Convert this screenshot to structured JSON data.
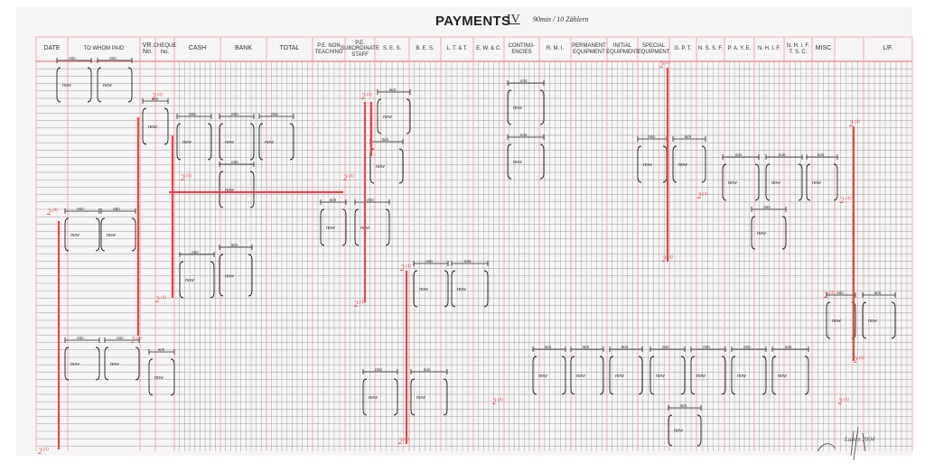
{
  "document": {
    "title": "PAYMENTS",
    "title_number": "IV",
    "title_note": "90min / 10 Zählern",
    "signature_text": "Lamm 2004"
  },
  "columns": [
    {
      "label": "DATE"
    },
    {
      "label": "TO WHOM PAID"
    },
    {
      "label": "VR. No."
    },
    {
      "label": "CHEQUE No."
    },
    {
      "label": "CASH"
    },
    {
      "label": "BANK"
    },
    {
      "label": "TOTAL"
    },
    {
      "label": "P.E. NON TEACHING"
    },
    {
      "label": "P.E. SUBORDINATE STAFF"
    },
    {
      "label": "S. E. S."
    },
    {
      "label": "B. E. S."
    },
    {
      "label": "L. T. & T."
    },
    {
      "label": "E. W. & C."
    },
    {
      "label": "CONTING- ENCIES"
    },
    {
      "label": "R. M. I."
    },
    {
      "label": "PERMANENT EQUIPMENT"
    },
    {
      "label": "INITIAL EQUIPMENT"
    },
    {
      "label": "SPECIAL EQUIPMENT"
    },
    {
      "label": "G. P. T."
    },
    {
      "label": "N. S. S. F."
    },
    {
      "label": "P. A. Y. E."
    },
    {
      "label": "N. H. I. F."
    },
    {
      "label": "N. H. I. F. T. S. C."
    },
    {
      "label": "MISC"
    },
    {
      "label": ""
    },
    {
      "label": "L/F."
    }
  ],
  "annotations": {
    "duration_label": "min",
    "note_label": "now",
    "player_label": "2 Zähler",
    "group_marker": "(4)"
  },
  "colors": {
    "ruling_red": "#e8474f",
    "ruling_light": "#f2a3a6",
    "grid_gray": "#9a9a9a",
    "ink": "#222222"
  }
}
